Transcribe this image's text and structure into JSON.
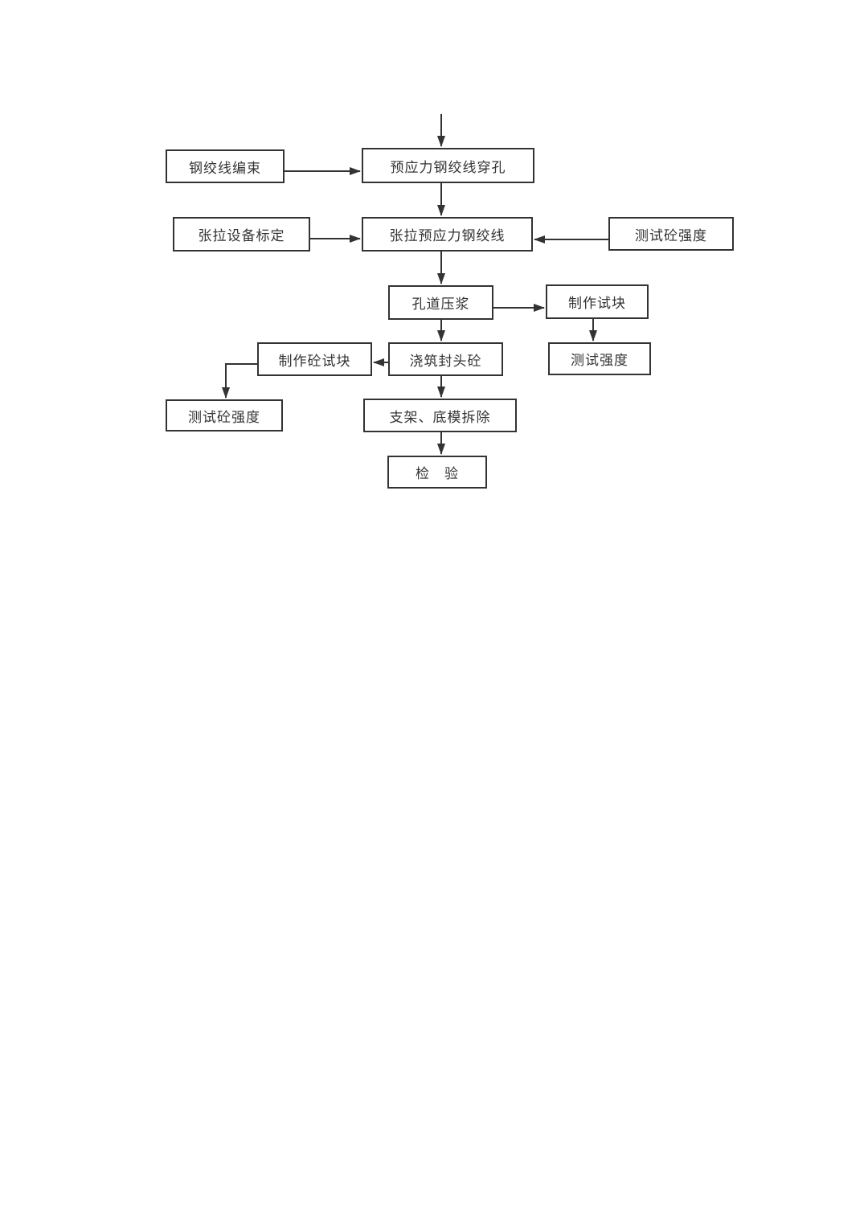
{
  "diagram": {
    "type": "flowchart",
    "colors": {
      "line": "#333333",
      "text": "#333333",
      "fill": "#ffffff",
      "bg": "#ffffff"
    },
    "nodes": [
      {
        "id": "strand-bundling",
        "label": "钢绞线编束"
      },
      {
        "id": "strand-threading",
        "label": "预应力钢绞线穿孔"
      },
      {
        "id": "equipment-calibration",
        "label": "张拉设备标定"
      },
      {
        "id": "tensioning",
        "label": "张拉预应力钢绞线"
      },
      {
        "id": "test-concrete-strength-right",
        "label": "测试砼强度"
      },
      {
        "id": "duct-grouting",
        "label": "孔道压浆"
      },
      {
        "id": "make-test-blocks",
        "label": "制作试块"
      },
      {
        "id": "make-concrete-test-blocks",
        "label": "制作砼试块"
      },
      {
        "id": "pour-end-sealing-concrete",
        "label": "浇筑封头砼"
      },
      {
        "id": "test-strength",
        "label": "测试强度"
      },
      {
        "id": "test-concrete-strength-left",
        "label": "测试砼强度"
      },
      {
        "id": "bracket-formwork-removal",
        "label": "支架、底模拆除"
      },
      {
        "id": "inspection",
        "label": "检　验"
      }
    ],
    "edges": [
      {
        "from": "entry",
        "to": "strand-threading"
      },
      {
        "from": "strand-bundling",
        "to": "strand-threading"
      },
      {
        "from": "strand-threading",
        "to": "tensioning"
      },
      {
        "from": "equipment-calibration",
        "to": "tensioning"
      },
      {
        "from": "test-concrete-strength-right",
        "to": "tensioning"
      },
      {
        "from": "tensioning",
        "to": "duct-grouting"
      },
      {
        "from": "duct-grouting",
        "to": "make-test-blocks"
      },
      {
        "from": "make-test-blocks",
        "to": "test-strength"
      },
      {
        "from": "duct-grouting",
        "to": "pour-end-sealing-concrete"
      },
      {
        "from": "pour-end-sealing-concrete",
        "to": "make-concrete-test-blocks"
      },
      {
        "from": "make-concrete-test-blocks",
        "to": "test-concrete-strength-left"
      },
      {
        "from": "pour-end-sealing-concrete",
        "to": "bracket-formwork-removal"
      },
      {
        "from": "bracket-formwork-removal",
        "to": "inspection"
      }
    ]
  }
}
